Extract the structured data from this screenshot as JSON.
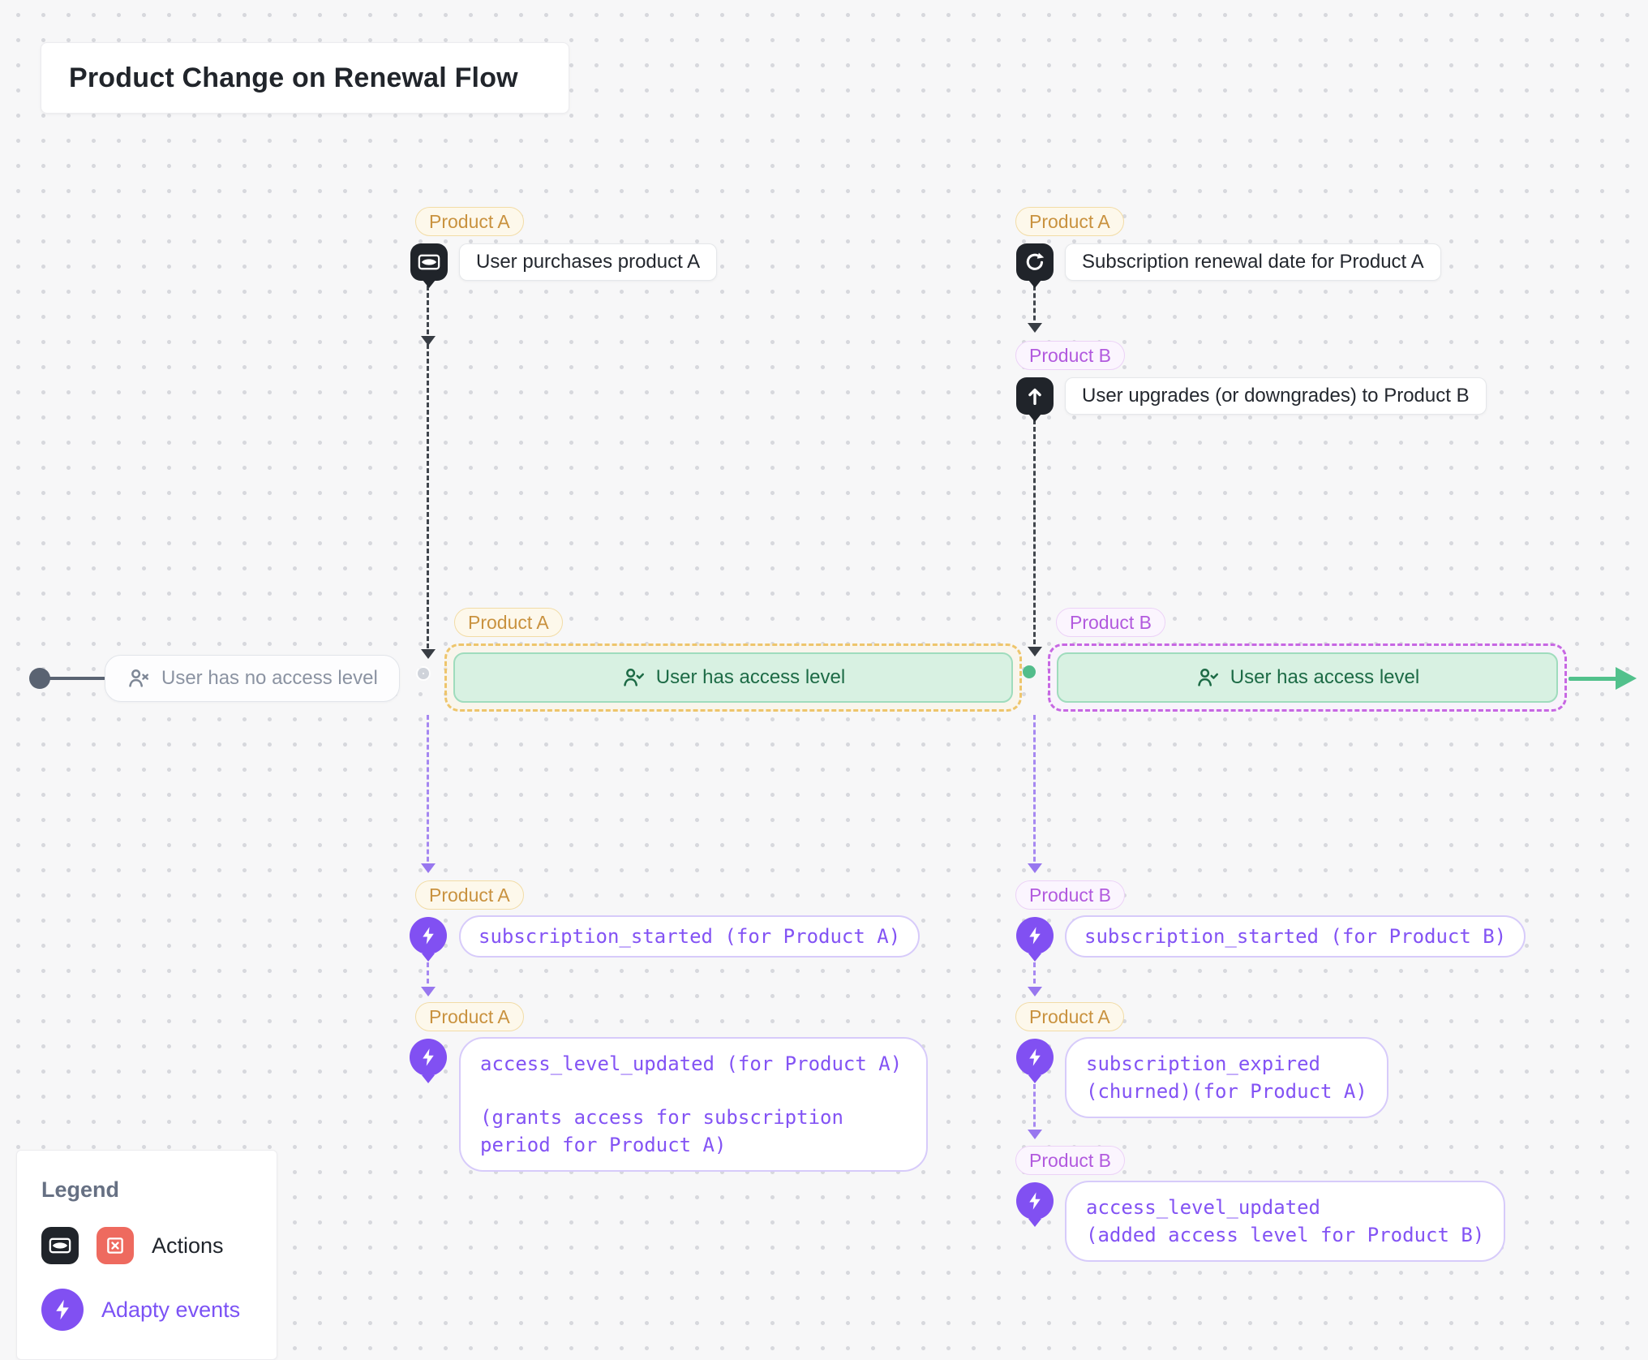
{
  "title": "Product Change on Renewal Flow",
  "nodes": {
    "purchase": {
      "badge": "Product A",
      "label": "User purchases product A"
    },
    "renewal": {
      "badge": "Product A",
      "label": "Subscription renewal date for Product A"
    },
    "upgrade": {
      "badge": "Product B",
      "label": "User upgrades (or downgrades) to Product B"
    },
    "no_access": {
      "label": "User has no access level"
    },
    "state_a": {
      "badge": "Product A",
      "label": "User has access level"
    },
    "state_b": {
      "badge": "Product B",
      "label": "User has access level"
    },
    "sub_started_a": {
      "badge": "Product A",
      "label": "subscription_started (for Product A)"
    },
    "access_updated_a": {
      "badge": "Product A",
      "line1": "access_level_updated (for Product A)",
      "line2": "(grants access for subscription period for Product A)"
    },
    "sub_started_b": {
      "badge": "Product B",
      "label": "subscription_started (for Product B)"
    },
    "sub_expired_a": {
      "badge": "Product A",
      "line1": "subscription_expired",
      "line2": "(churned)(for Product A)"
    },
    "access_updated_b": {
      "badge": "Product B",
      "line1": "access_level_updated",
      "line2": "(added access level for Product B)"
    }
  },
  "legend": {
    "title": "Legend",
    "actions": "Actions",
    "adapty_events": "Adapty events"
  },
  "icons": {
    "purchase": "cash-icon",
    "renewal": "refresh-icon",
    "upgrade": "arrow-up-icon",
    "no_access": "user-x-icon",
    "state": "user-check-icon",
    "event": "lightning-icon",
    "legend_action_1": "cash-icon",
    "legend_action_2": "x-square-icon",
    "legend_event": "lightning-icon"
  },
  "colors": {
    "badge_amber": "#c9923f",
    "badge_violet": "#b25ade",
    "event_purple": "#8353f4",
    "state_green": "#1d6b46",
    "flow_green": "#52c18c",
    "action_black": "#20242a",
    "legend_red": "#ee6a5f",
    "adapty_purple": "#8150f2"
  }
}
